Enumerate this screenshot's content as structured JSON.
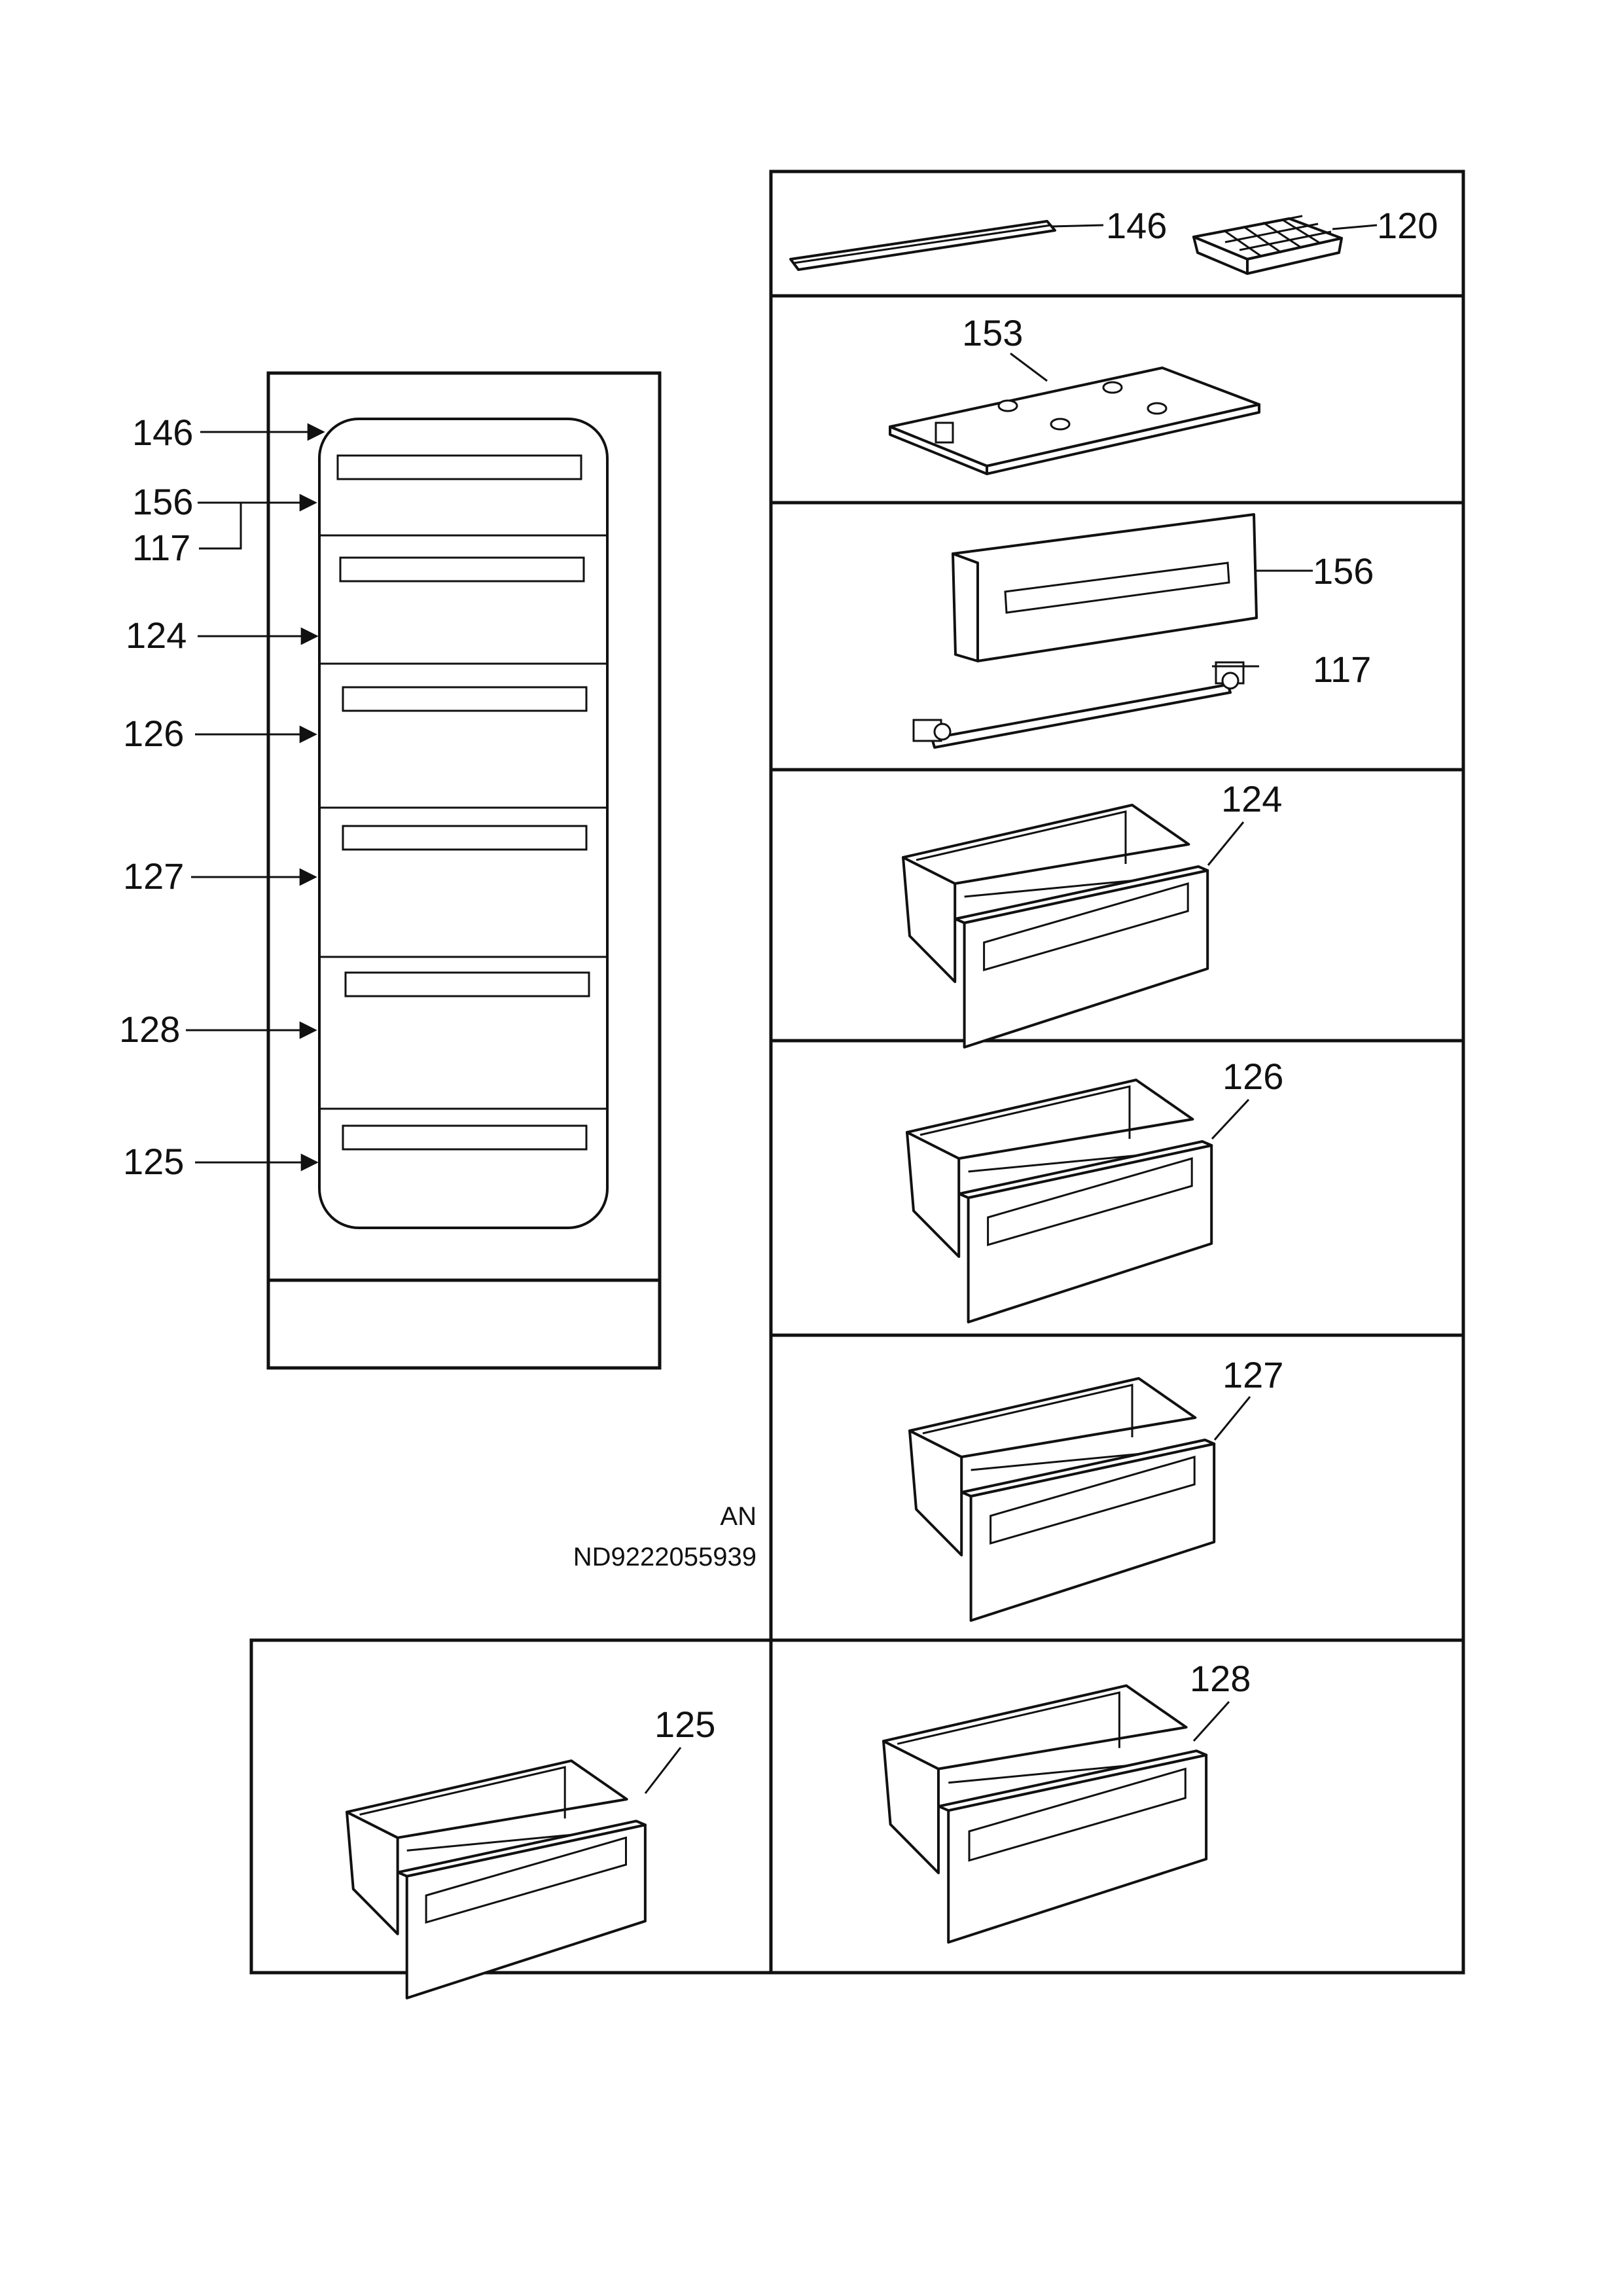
{
  "labels": {
    "front": {
      "l146": "146",
      "l156": "156",
      "l117": "117",
      "l124": "124",
      "l126": "126",
      "l127": "127",
      "l128": "128",
      "l125": "125"
    },
    "parts": {
      "p146": "146",
      "p120": "120",
      "p153": "153",
      "p156": "156",
      "p117": "117",
      "p124": "124",
      "p126": "126",
      "p127": "127",
      "p128": "128",
      "p125": "125"
    }
  },
  "code": {
    "lang": "AN",
    "number": "ND9222055939"
  },
  "icons": [
    "ice-tray-icon",
    "drawer-icon",
    "door-panel-icon",
    "bracket-icon",
    "cover-plate-icon",
    "rail-icon"
  ]
}
